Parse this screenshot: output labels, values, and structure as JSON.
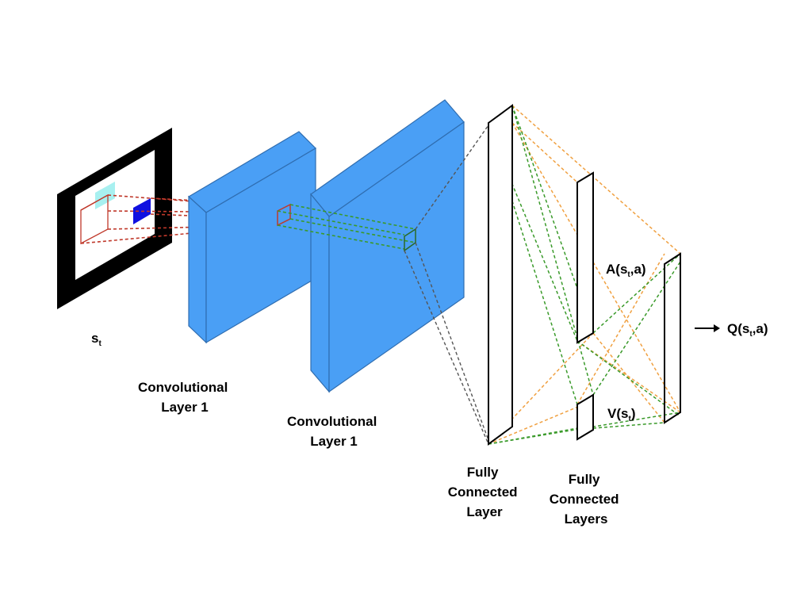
{
  "colors": {
    "layer_face": "#4a9ff5",
    "layer_edge": "#2f6db0",
    "frame": "#000000",
    "red_lines": "#c0392b",
    "green_lines": "#3a9a2a",
    "orange_lines": "#f0a040",
    "gray_lines": "#555555",
    "cyan_patch": "#a8f0f0",
    "blue_patch": "#1010e0"
  },
  "labels": {
    "input_state": {
      "main": "s",
      "sub": "t"
    },
    "conv1": {
      "line1": "Convolutional",
      "line2": "Layer 1"
    },
    "conv2": {
      "line1": "Convolutional",
      "line2": "Layer 1"
    },
    "fc1": {
      "line1": "Fully",
      "line2": "Connected",
      "line3": "Layer"
    },
    "fc2": {
      "line1": "Fully",
      "line2": "Connected",
      "line3": "Layers"
    },
    "advantage": {
      "pre": "A(s",
      "sub": "t",
      "post": ",a)"
    },
    "value": {
      "pre": "V(s",
      "sub": "t",
      "post": ")"
    },
    "output": {
      "arrow": "→",
      "pre": "Q(s",
      "sub": "t",
      "post": ",a)"
    }
  }
}
